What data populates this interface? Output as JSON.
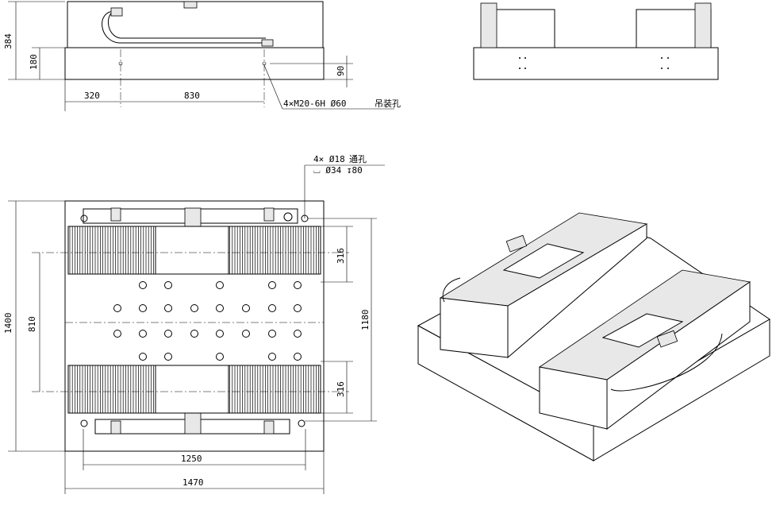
{
  "drawing": {
    "front_view": {
      "dimensions": {
        "total_height": "384",
        "base_height": "180",
        "hole_height": "90",
        "left_offset": "320",
        "hole_spacing": "830"
      },
      "callout": "4×M20-6H  Ø60",
      "callout_note": "吊装孔"
    },
    "plan_view": {
      "callout_line1": "4× Ø18",
      "callout_note": "通孔",
      "callout_line2": "⌴ Ø34 ↧80",
      "dimensions": {
        "width": "1400",
        "stage_spacing": "810",
        "stage_width_top": "316",
        "stage_width_bottom": "316",
        "hole_span_vertical": "1180",
        "hole_span_horizontal": "1250",
        "overall_width": "1470"
      }
    }
  }
}
